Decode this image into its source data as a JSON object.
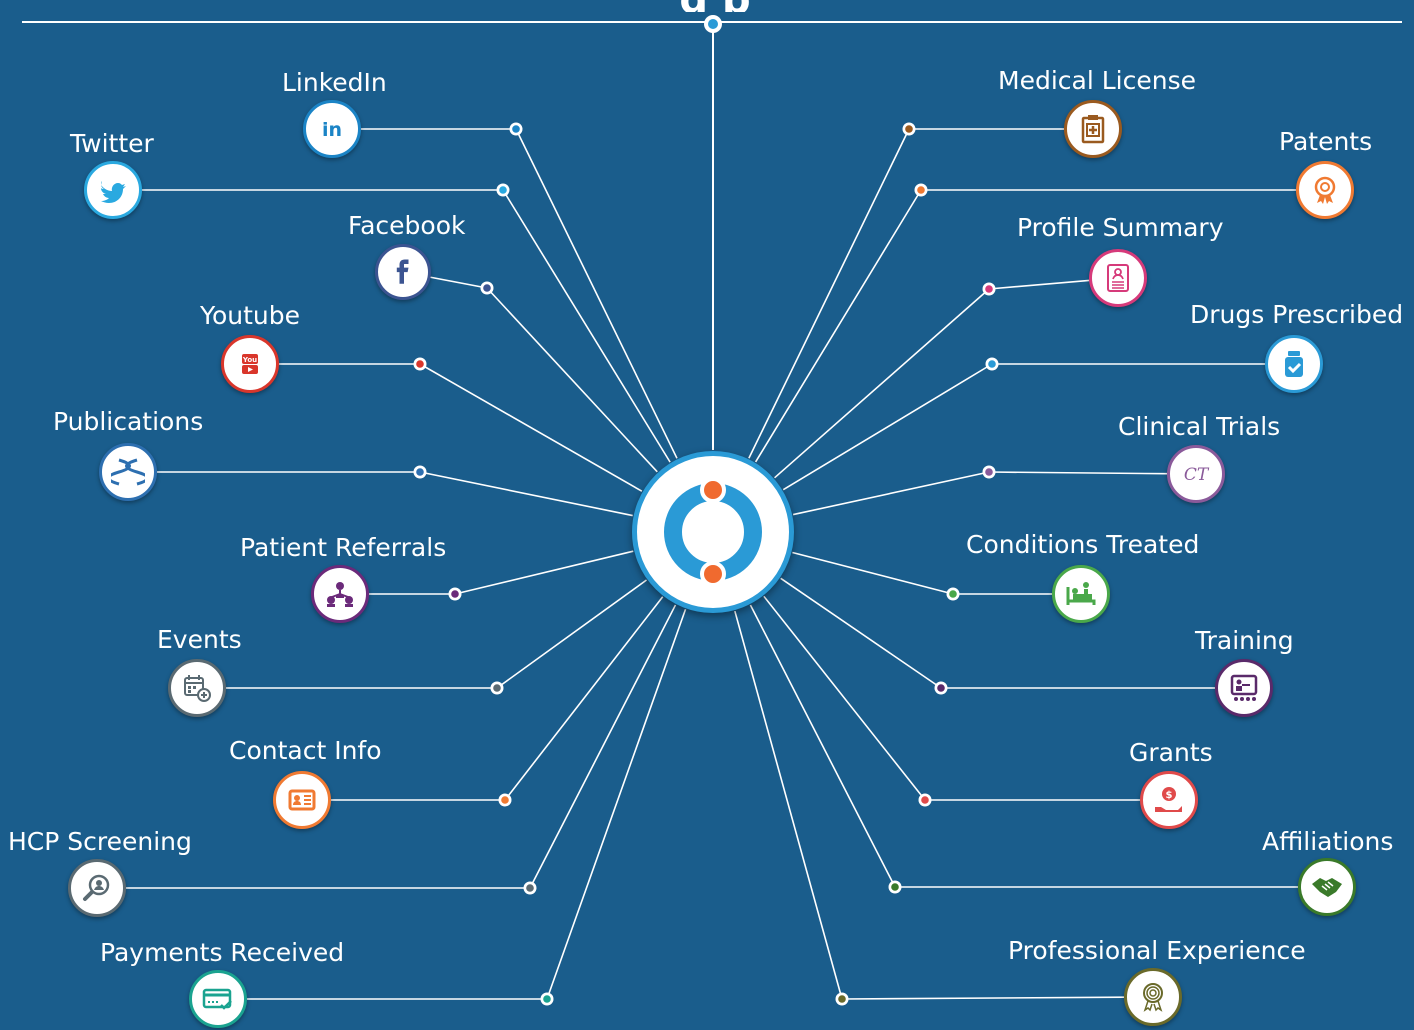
{
  "colors": {
    "background": "#1a5d8c",
    "line": "#ffffff",
    "hub_blue": "#2a9ad6",
    "hub_orange": "#f06a2f"
  },
  "title_fragment": "g p",
  "nodes": [
    {
      "key": "linkedin",
      "label": "LinkedIn",
      "color": "#1b84c6",
      "icon": "linkedin-icon"
    },
    {
      "key": "twitter",
      "label": "Twitter",
      "color": "#2aa9e0",
      "icon": "twitter-bird-icon"
    },
    {
      "key": "facebook",
      "label": "Facebook",
      "color": "#3b5491",
      "icon": "facebook-icon"
    },
    {
      "key": "youtube",
      "label": "Youtube",
      "color": "#d9362b",
      "icon": "youtube-icon"
    },
    {
      "key": "publications",
      "label": "Publications",
      "color": "#2d6fb0",
      "icon": "dna-helix-icon"
    },
    {
      "key": "patient_referrals",
      "label": "Patient Referrals",
      "color": "#6b2a7a",
      "icon": "referral-network-icon"
    },
    {
      "key": "events",
      "label": "Events",
      "color": "#5a6a72",
      "icon": "calendar-add-icon"
    },
    {
      "key": "contact_info",
      "label": "Contact Info",
      "color": "#f07a32",
      "icon": "contact-card-icon"
    },
    {
      "key": "hcp_screening",
      "label": "HCP Screening",
      "color": "#5a6a72",
      "icon": "magnifier-person-icon"
    },
    {
      "key": "payments_received",
      "label": "Payments Received",
      "color": "#1aa390",
      "icon": "credit-card-check-icon"
    },
    {
      "key": "medical_license",
      "label": "Medical License",
      "color": "#9a5a1f",
      "icon": "medical-license-icon"
    },
    {
      "key": "patents",
      "label": "Patents",
      "color": "#f07a32",
      "icon": "award-seal-icon"
    },
    {
      "key": "profile_summary",
      "label": "Profile Summary",
      "color": "#d63a7a",
      "icon": "profile-document-icon"
    },
    {
      "key": "drugs_prescribed",
      "label": "Drugs Prescribed",
      "color": "#2a9ad6",
      "icon": "pill-bottle-icon"
    },
    {
      "key": "clinical_trials",
      "label": "Clinical Trials",
      "color": "#8a5a9a",
      "icon": "ct-text-icon",
      "icon_text": "CT"
    },
    {
      "key": "conditions_treated",
      "label": "Conditions Treated",
      "color": "#4aa84a",
      "icon": "hospital-bed-icon"
    },
    {
      "key": "training",
      "label": "Training",
      "color": "#5a2a6a",
      "icon": "presentation-board-icon"
    },
    {
      "key": "grants",
      "label": "Grants",
      "color": "#e04a4a",
      "icon": "hand-money-icon"
    },
    {
      "key": "affiliations",
      "label": "Affiliations",
      "color": "#3a7a2a",
      "icon": "handshake-icon"
    },
    {
      "key": "professional_experience",
      "label": "Professional Experience",
      "color": "#6a6a2a",
      "icon": "ribbon-medal-icon"
    }
  ]
}
